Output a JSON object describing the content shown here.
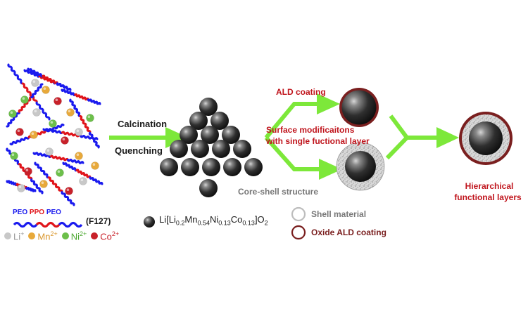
{
  "labels": {
    "calcination": "Calcination",
    "quenching": "Quenching",
    "ald_coating": "ALD coating",
    "surface_mod_line1": "Surface modificaitons",
    "surface_mod_line2": "with single fuctional layer",
    "core_shell": "Core-shell structure",
    "hierarchical_line1": "Hierarchical",
    "hierarchical_line2": "functional layers",
    "shell_material": "Shell material",
    "oxide_ald": "Oxide ALD coating",
    "f127": "(F127)"
  },
  "peo_ppo": {
    "peo1": "PEO",
    "ppo": "PPO",
    "peo2": "PEO"
  },
  "formula": {
    "prefix": "Li[Li",
    "li_sub": "0.2",
    "mn": "Mn",
    "mn_sub": "0.54",
    "ni": "Ni",
    "ni_sub": "0.13",
    "co": "Co",
    "co_sub": "0.13",
    "end": "]O",
    "o_sub": "2"
  },
  "ions": [
    {
      "base": "Li",
      "charge": "+",
      "color": "#c8c8c8"
    },
    {
      "base": "Mn",
      "charge": "2+",
      "color": "#e8a93a"
    },
    {
      "base": "Ni",
      "charge": "2+",
      "color": "#6cbf4a"
    },
    {
      "base": "Co",
      "charge": "2+",
      "color": "#c8212a"
    }
  ],
  "colors": {
    "arrow": "#7de83a",
    "peo": "#1a1aee",
    "ppo": "#e0141a",
    "text_red": "#c0151d",
    "ald_ring": "#7a1f1f"
  }
}
